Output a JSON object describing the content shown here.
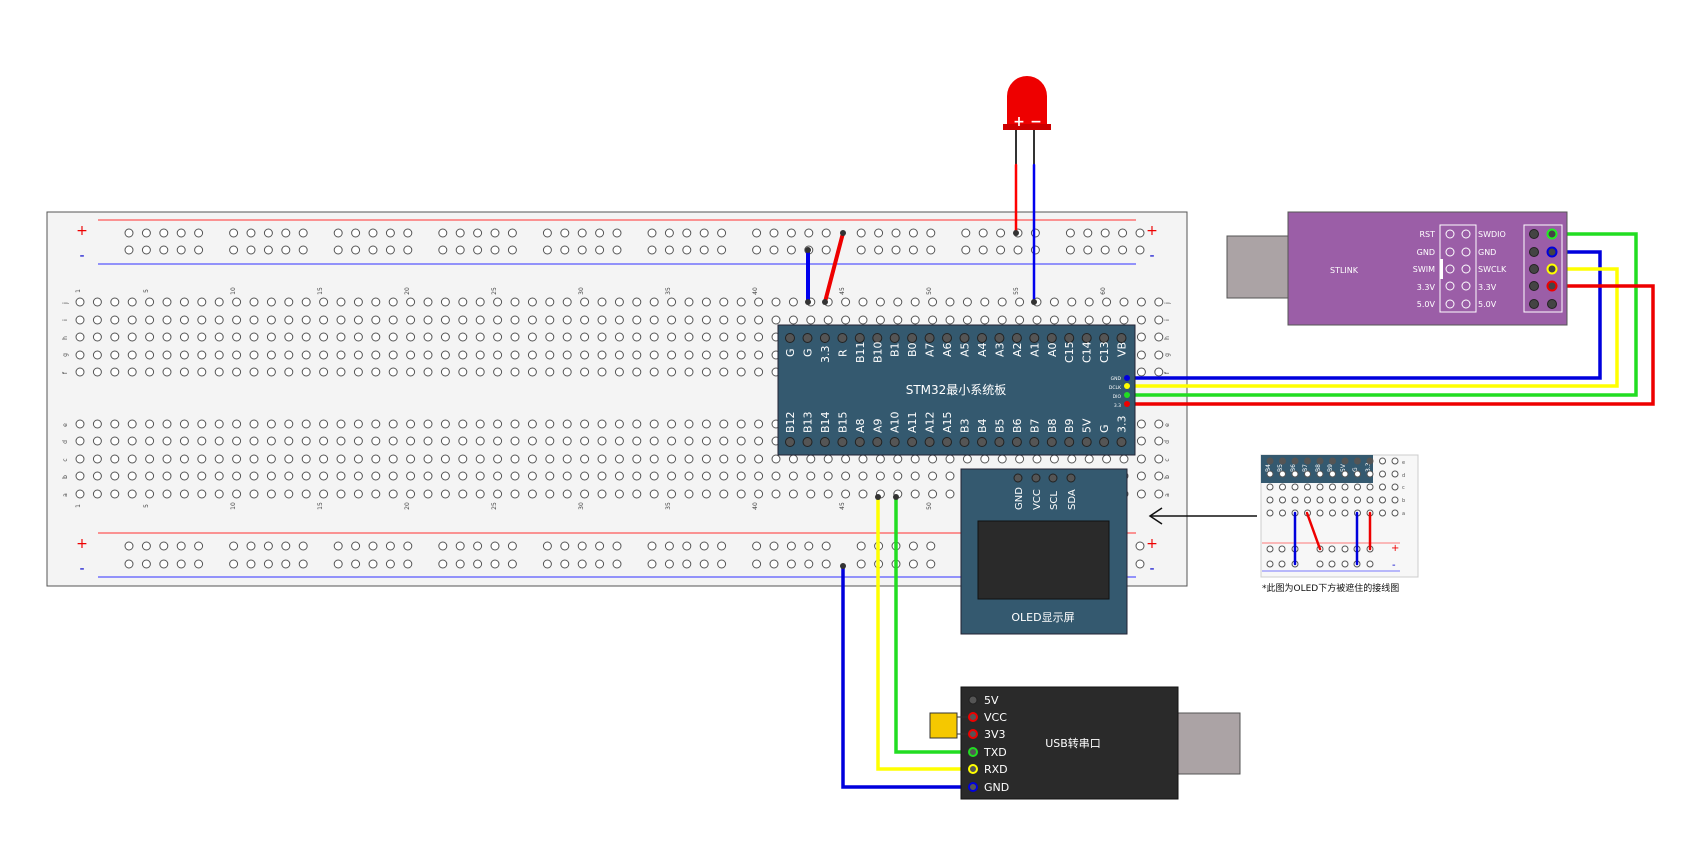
{
  "breadboard": {
    "rail_plus": "+",
    "rail_minus": "-",
    "column_numbers": [
      "1",
      "5",
      "10",
      "15",
      "20",
      "25",
      "30",
      "35",
      "40",
      "45",
      "50",
      "55",
      "60"
    ],
    "top_row_letters": [
      "j",
      "i",
      "h",
      "g",
      "f"
    ],
    "bottom_row_letters": [
      "e",
      "d",
      "c",
      "b",
      "a"
    ]
  },
  "led": {
    "plus": "+",
    "minus": "−"
  },
  "stm32": {
    "title": "STM32最小系统板",
    "top_pins": [
      "G",
      "G",
      "3.3",
      "R",
      "B11",
      "B10",
      "B1",
      "B0",
      "A7",
      "A6",
      "A5",
      "A4",
      "A3",
      "A2",
      "A1",
      "A0",
      "C15",
      "C14",
      "C13",
      "VB"
    ],
    "bottom_pins": [
      "B12",
      "B13",
      "B14",
      "B15",
      "A8",
      "A9",
      "A10",
      "A11",
      "A12",
      "A15",
      "B3",
      "B4",
      "B5",
      "B6",
      "B7",
      "B8",
      "B9",
      "5V",
      "G",
      "3.3"
    ],
    "side_pins": [
      "GND",
      "DCLK",
      "DIO",
      "3.3"
    ]
  },
  "stlink": {
    "title": "STLINK",
    "left_labels": [
      "RST",
      "GND",
      "SWIM",
      "3.3V",
      "5.0V"
    ],
    "right_labels": [
      "SWDIO",
      "GND",
      "SWCLK",
      "3.3V",
      "5.0V"
    ]
  },
  "oled": {
    "title": "OLED显示屏",
    "pins": [
      "GND",
      "VCC",
      "SCL",
      "SDA"
    ]
  },
  "usb_serial": {
    "title": "USB转串口",
    "pins": [
      "5V",
      "VCC",
      "3V3",
      "TXD",
      "RXD",
      "GND"
    ]
  },
  "inset": {
    "pins": [
      "B4",
      "B5",
      "B6",
      "B7",
      "B8",
      "B9",
      "5V",
      "G",
      "3.3"
    ],
    "row_letters": [
      "e",
      "d",
      "c",
      "b",
      "a"
    ],
    "plus": "+",
    "minus": "-",
    "caption": "*此图为OLED下方被遮住的接线图"
  },
  "colors": {
    "board_blue": "#34596f",
    "stlink_purple": "#9b5ea7",
    "usb_black": "#2a2a2a",
    "wire_red": "#ff0000",
    "wire_blue": "#0000dd",
    "wire_green": "#22ee22",
    "wire_yellow": "#ffff00"
  }
}
